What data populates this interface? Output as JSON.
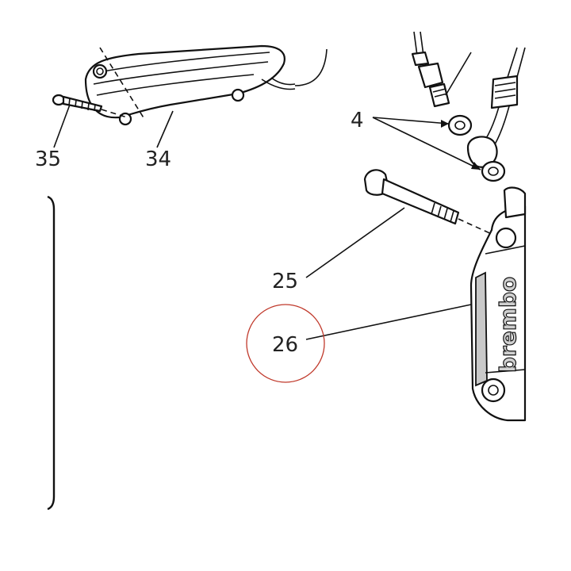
{
  "callouts": {
    "c4": "4",
    "c25": "25",
    "c26": "26",
    "c34": "34",
    "c35": "35"
  },
  "brand_text": "brembo",
  "highlight": {
    "part": "26",
    "color": "#c0392b"
  },
  "colors": {
    "ink": "#111111",
    "shade": "#c9c9c9",
    "background": "#ffffff"
  }
}
